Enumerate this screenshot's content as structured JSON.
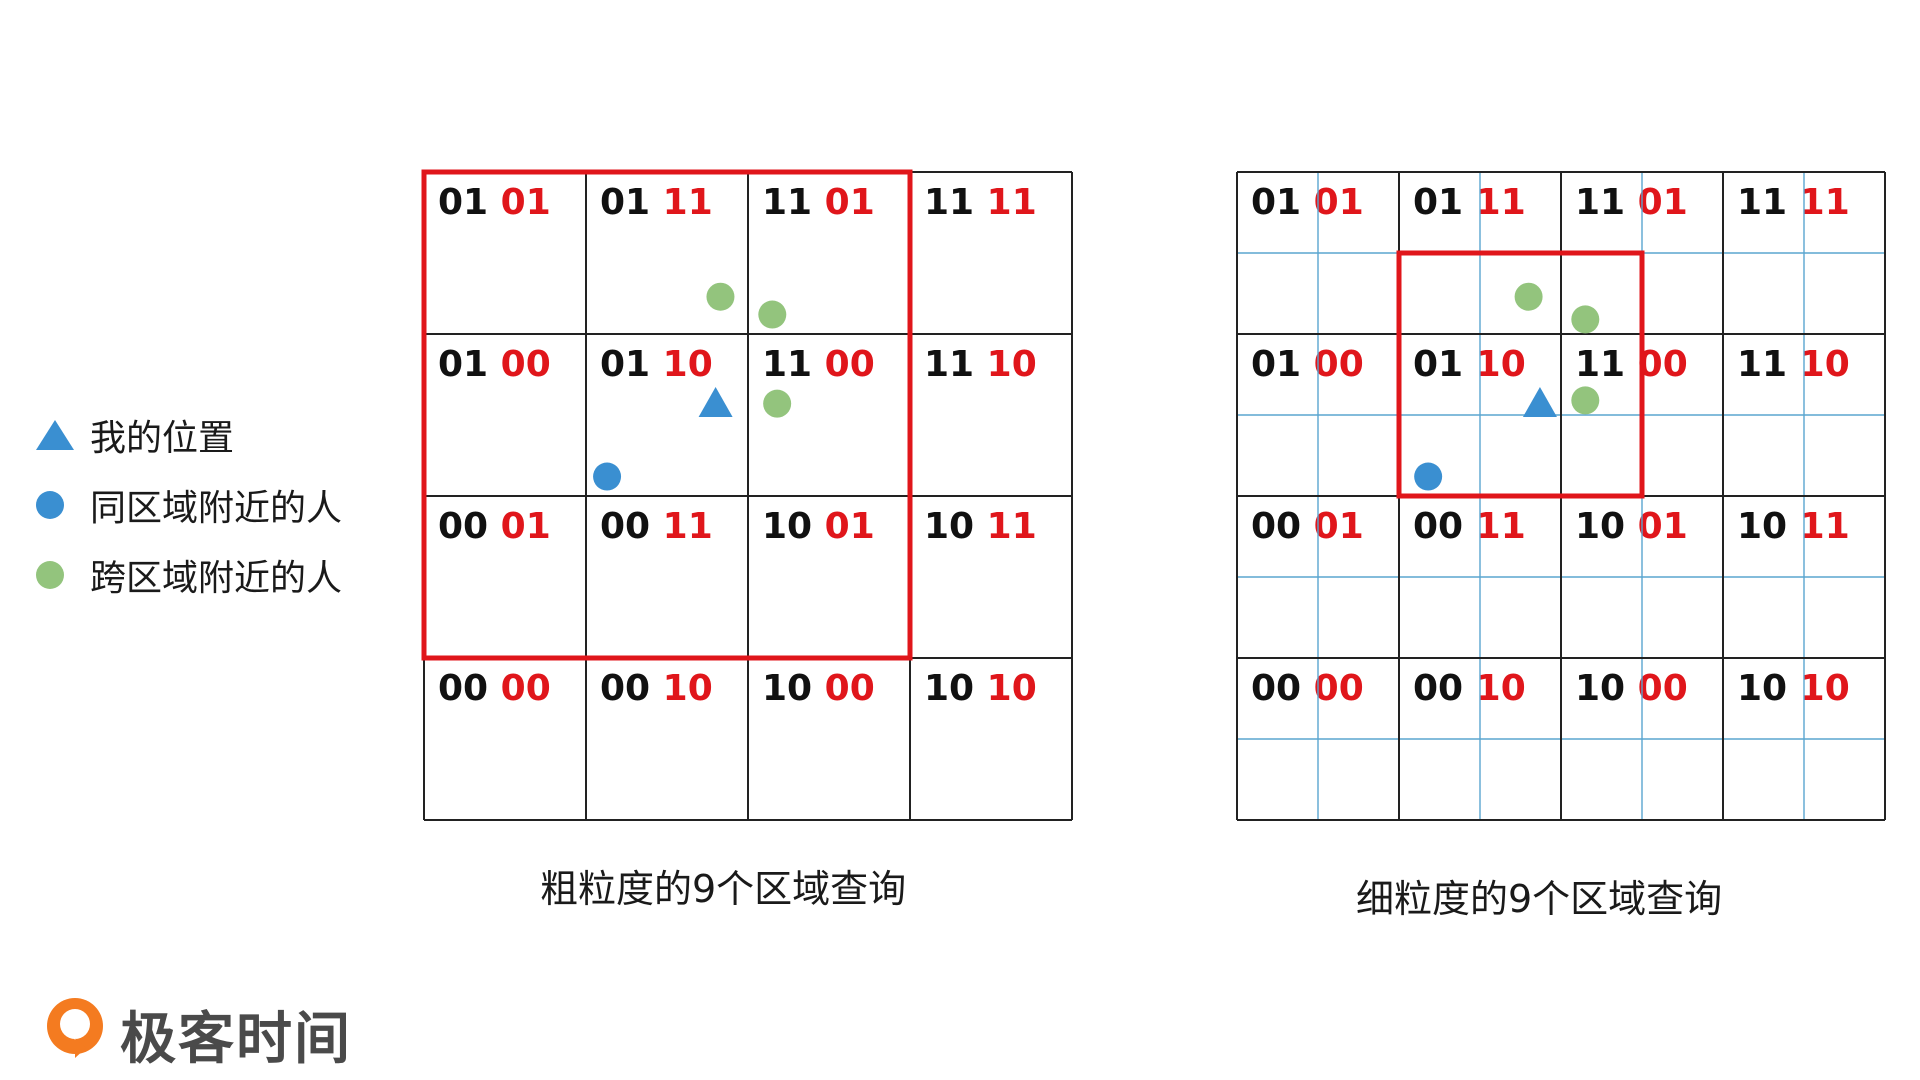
{
  "colors": {
    "red": "#e0161b",
    "blue": "#3a8fd1",
    "green": "#93c47d",
    "gridline": "#222222",
    "fine_gridline": "#5aa5cf",
    "text": "#111111"
  },
  "legend": [
    {
      "shape": "triangle",
      "color": "#3a8fd1",
      "label": "我的位置"
    },
    {
      "shape": "circle",
      "color": "#3a8fd1",
      "label": "同区域附近的人"
    },
    {
      "shape": "circle",
      "color": "#93c47d",
      "label": "跨区域附近的人"
    }
  ],
  "cells": [
    [
      {
        "a": "01",
        "b": "01"
      },
      {
        "a": "01",
        "b": "11"
      },
      {
        "a": "11",
        "b": "01"
      },
      {
        "a": "11",
        "b": "11"
      }
    ],
    [
      {
        "a": "01",
        "b": "00"
      },
      {
        "a": "01",
        "b": "10"
      },
      {
        "a": "11",
        "b": "00"
      },
      {
        "a": "11",
        "b": "10"
      }
    ],
    [
      {
        "a": "00",
        "b": "01"
      },
      {
        "a": "00",
        "b": "11"
      },
      {
        "a": "10",
        "b": "01"
      },
      {
        "a": "10",
        "b": "11"
      }
    ],
    [
      {
        "a": "00",
        "b": "00"
      },
      {
        "a": "00",
        "b": "10"
      },
      {
        "a": "10",
        "b": "00"
      },
      {
        "a": "10",
        "b": "10"
      }
    ]
  ],
  "grids": {
    "coarse": {
      "caption": "粗粒度的9个区域查询",
      "query_region": {
        "row_start": 0,
        "col_start": 0,
        "rows": 3,
        "cols": 3
      },
      "fine_subdivision": false,
      "markers": [
        {
          "type": "me",
          "shape": "triangle",
          "color": "#3a8fd1",
          "row": 1,
          "col": 1,
          "u": 0.8,
          "v": 0.42
        },
        {
          "type": "same-area",
          "shape": "circle",
          "color": "#3a8fd1",
          "row": 1,
          "col": 1,
          "u": 0.13,
          "v": 0.88
        },
        {
          "type": "cross-area",
          "shape": "circle",
          "color": "#93c47d",
          "row": 0,
          "col": 1,
          "u": 0.83,
          "v": 0.77
        },
        {
          "type": "cross-area",
          "shape": "circle",
          "color": "#93c47d",
          "row": 0,
          "col": 2,
          "u": 0.15,
          "v": 0.88
        },
        {
          "type": "cross-area",
          "shape": "circle",
          "color": "#93c47d",
          "row": 1,
          "col": 2,
          "u": 0.18,
          "v": 0.43
        }
      ]
    },
    "fine": {
      "caption": "细粒度的9个区域查询",
      "query_region": {
        "row_start": 1,
        "col_start": 2,
        "rows": 3,
        "cols": 3,
        "unit": "half-cell"
      },
      "fine_subdivision": true,
      "markers": [
        {
          "type": "me",
          "shape": "triangle",
          "color": "#3a8fd1",
          "row": 1,
          "col": 1,
          "u": 0.87,
          "v": 0.42
        },
        {
          "type": "same-area",
          "shape": "circle",
          "color": "#3a8fd1",
          "row": 1,
          "col": 1,
          "u": 0.18,
          "v": 0.88
        },
        {
          "type": "cross-area",
          "shape": "circle",
          "color": "#93c47d",
          "row": 0,
          "col": 1,
          "u": 0.8,
          "v": 0.77
        },
        {
          "type": "cross-area",
          "shape": "circle",
          "color": "#93c47d",
          "row": 0,
          "col": 2,
          "u": 0.15,
          "v": 0.91
        },
        {
          "type": "cross-area",
          "shape": "circle",
          "color": "#93c47d",
          "row": 1,
          "col": 2,
          "u": 0.15,
          "v": 0.41
        }
      ]
    }
  },
  "logo": {
    "text": "极客时间",
    "color": "#f47b20"
  }
}
